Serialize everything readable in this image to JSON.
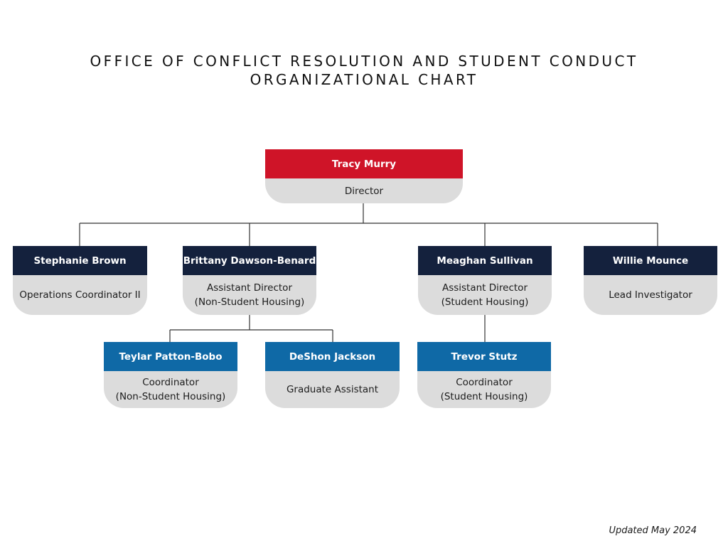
{
  "title": {
    "line1": "OFFICE OF CONFLICT RESOLUTION AND STUDENT CONDUCT",
    "line2": "ORGANIZATIONAL CHART"
  },
  "nodes": {
    "director": {
      "name": "Tracy Murry",
      "role": "Director"
    },
    "ops": {
      "name": "Stephanie Brown",
      "role": "Operations Coordinator II"
    },
    "ad_nsh": {
      "name": "Brittany Dawson-Benard",
      "role": "Assistant Director\n(Non-Student Housing)"
    },
    "ad_sh": {
      "name": "Meaghan Sullivan",
      "role": "Assistant Director\n(Student Housing)"
    },
    "investigator": {
      "name": "Willie Mounce",
      "role": "Lead Investigator"
    },
    "coord_nsh": {
      "name": "Teylar Patton-Bobo",
      "role": "Coordinator\n(Non-Student Housing)"
    },
    "grad": {
      "name": "DeShon Jackson",
      "role": "Graduate Assistant"
    },
    "coord_sh": {
      "name": "Trevor Stutz",
      "role": "Coordinator\n(Student Housing)"
    }
  },
  "colors": {
    "director_header": "#cf1428",
    "staff_header": "#14213d",
    "coordinator_header": "#0f69a6",
    "role_background": "#dcdcdc"
  },
  "footer": "Updated May 2024"
}
